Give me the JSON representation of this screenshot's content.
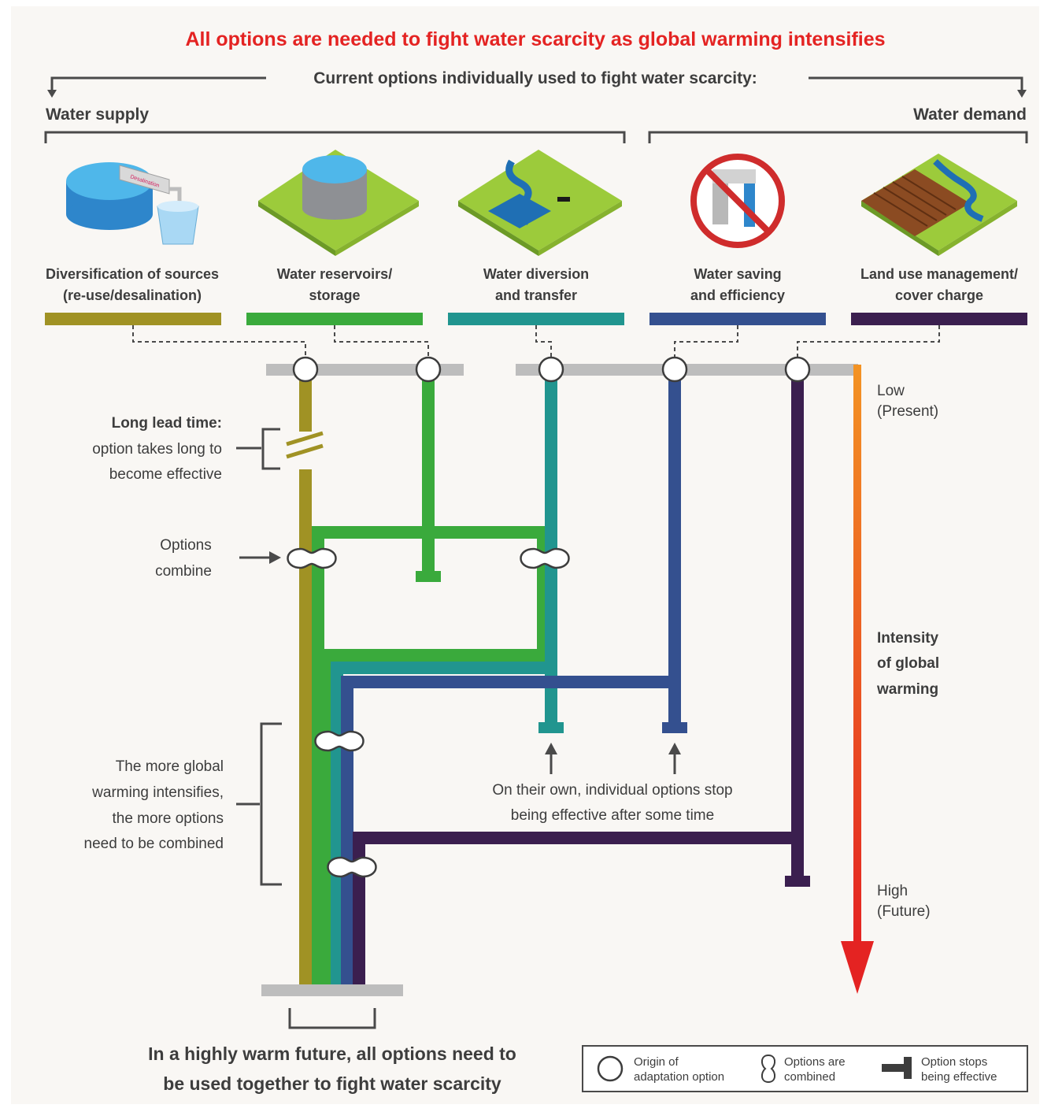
{
  "title": "All options are needed to fight water scarcity as global warming intensifies",
  "current_options": "Current options individually used to fight water scarcity:",
  "water_supply": "Water supply",
  "water_demand": "Water demand",
  "options": [
    {
      "line1": "Diversification of sources",
      "line2": "(re-use/desalination)",
      "color": "#a09224",
      "icon": "desalination-tank-icon"
    },
    {
      "line1": "Water reservoirs/",
      "line2": "storage",
      "color": "#3aaa3c",
      "icon": "reservoir-icon"
    },
    {
      "line1": "Water diversion",
      "line2": "and transfer",
      "color": "#21958f",
      "icon": "river-diversion-icon"
    },
    {
      "line1": "Water saving",
      "line2": "and efficiency",
      "color": "#34508f",
      "icon": "no-tap-icon"
    },
    {
      "line1": "Land use management/",
      "line2": "cover charge",
      "color": "#3b1f4f",
      "icon": "farmland-icon"
    }
  ],
  "desalination_label": "Desalination",
  "annotations": {
    "long_lead": [
      "Long lead time:",
      "option takes long to",
      "become effective"
    ],
    "combine": [
      "Options",
      "combine"
    ],
    "more_global": [
      "The more global",
      "warming intensifies,",
      "the more options",
      "need to be combined"
    ],
    "stop_note": [
      "On their own, individual options stop",
      "being effective after some time"
    ],
    "bottom": [
      "In a highly warm future, all options need to",
      "be used together to fight water scarcity"
    ]
  },
  "scale": {
    "low": [
      "Low",
      "(Present)"
    ],
    "intensity": [
      "Intensity",
      "of global",
      "warming"
    ],
    "high": [
      "High",
      "(Future)"
    ]
  },
  "legend": {
    "origin": [
      "Origin of",
      "adaptation option"
    ],
    "combined": [
      "Options are",
      "combined"
    ],
    "stops": [
      "Option stops",
      "being effective"
    ]
  },
  "colors": {
    "title_red": "#e42322",
    "text_dark": "#3d3d3d",
    "grey_bar": "#bdbdbd",
    "background": "#f9f7f4"
  }
}
